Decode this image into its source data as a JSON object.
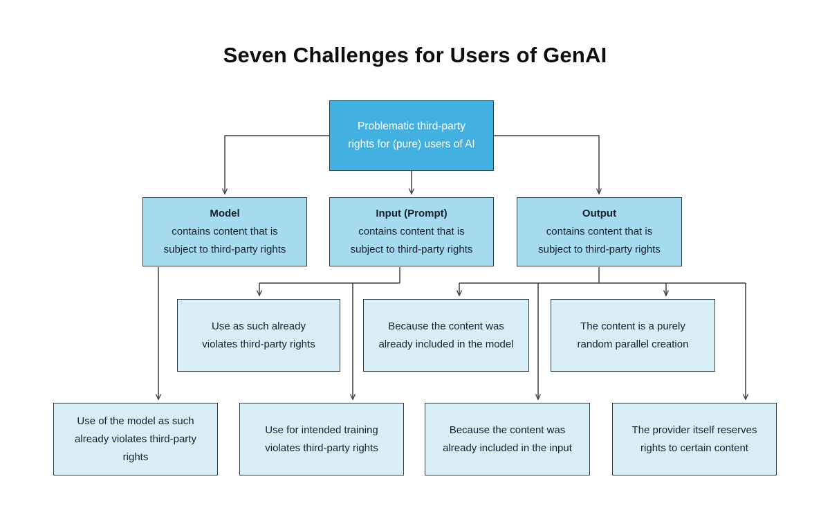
{
  "title": "Seven Challenges for Users of GenAI",
  "colors": {
    "root_fill": "#42b1e1",
    "branch_fill": "#a6dbef",
    "leaf_fill": "#d9edf6",
    "box_border": "#2b3c46",
    "connector_line": "#3f3f3f",
    "root_text": "#ffffff",
    "node_text": "#15202b",
    "title_text": "#0d0d0d",
    "background": "#ffffff"
  },
  "diagram": {
    "root": {
      "lines": [
        "Problematic third-party",
        "rights for (pure) users of AI"
      ]
    },
    "level2": [
      {
        "heading": "Model",
        "lines": [
          "contains content that is",
          "subject to third-party rights"
        ]
      },
      {
        "heading": "Input (Prompt)",
        "lines": [
          "contains content that is",
          "subject to third-party rights"
        ]
      },
      {
        "heading": "Output",
        "lines": [
          "contains content that is",
          "subject to third-party rights"
        ]
      }
    ],
    "level3": [
      {
        "lines": [
          "Use as such already",
          "violates third-party rights"
        ]
      },
      {
        "lines": [
          "Because the content was",
          "already included in the model"
        ]
      },
      {
        "lines": [
          "The content is a purely",
          "random parallel creation"
        ]
      }
    ],
    "level4": [
      {
        "lines": [
          "Use of the model as such",
          "already violates third-party",
          "rights"
        ]
      },
      {
        "lines": [
          "Use for intended training",
          "violates third-party rights"
        ]
      },
      {
        "lines": [
          "Because the content was",
          "already included in the input"
        ]
      },
      {
        "lines": [
          "The provider itself reserves",
          "rights to certain content"
        ]
      }
    ]
  }
}
